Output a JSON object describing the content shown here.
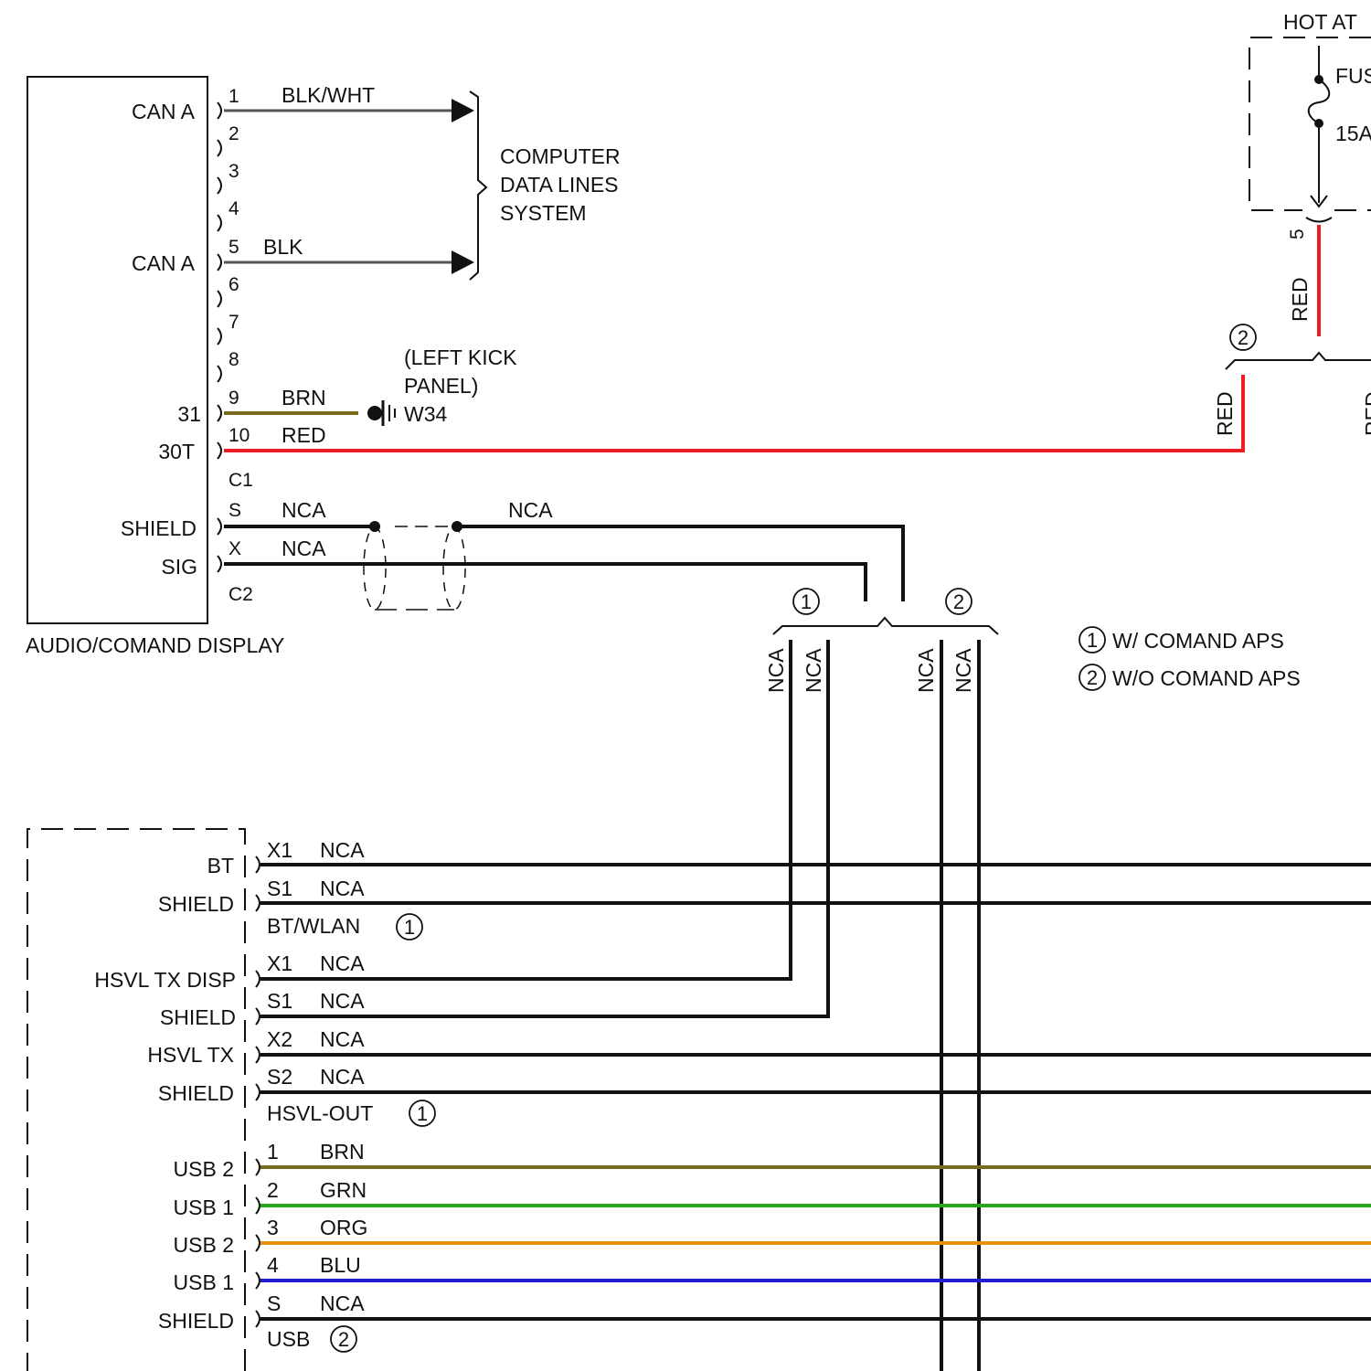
{
  "wire_colors": {
    "black": "#000000",
    "gray": "#555555",
    "brown": "#7a6a1c",
    "red": "#ee1c25",
    "green": "#2aa61a",
    "orange": "#e88e10",
    "blue": "#1f1fcf"
  },
  "audio_display": {
    "title": "AUDIO/COMAND DISPLAY",
    "pins": {
      "can_a_1": "CAN A",
      "can_a_5": "CAN A",
      "pin_31": "31",
      "pin_30t": "30T",
      "shield": "SHIELD",
      "sig": "SIG"
    },
    "pin_numbers": [
      "1",
      "2",
      "3",
      "4",
      "5",
      "6",
      "7",
      "8",
      "9",
      "10"
    ],
    "connector_c1": "C1",
    "connector_c2": "C2",
    "pin_s": "S",
    "pin_x": "X"
  },
  "wires": {
    "blk_wht": "BLK/WHT",
    "blk": "BLK",
    "brn": "BRN",
    "red": "RED",
    "nca_s": "NCA",
    "nca_x": "NCA",
    "nca_run": "NCA"
  },
  "data_lines": [
    "COMPUTER",
    "DATA LINES",
    "SYSTEM"
  ],
  "ground": {
    "location_line1": "(LEFT KICK",
    "location_line2": "PANEL)",
    "id": "W34"
  },
  "fuse_box": {
    "hot_at": "HOT AT",
    "fuse_label": "FUS",
    "fuse_rating": "15A",
    "pin": "5",
    "wire_red": "RED"
  },
  "right_splice": {
    "marker": "2",
    "left_wire": "RED",
    "right_wire": "RED"
  },
  "mid_splice": {
    "marker_1": "1",
    "marker_2": "2",
    "wire_labels": [
      "NCA",
      "NCA",
      "NCA",
      "NCA"
    ]
  },
  "legend": [
    {
      "marker": "1",
      "text": "W/ COMAND APS"
    },
    {
      "marker": "2",
      "text": "W/O COMAND APS"
    }
  ],
  "lower_module": {
    "left_labels": {
      "bt": "BT",
      "shield_1": "SHIELD",
      "hsvl_tx_disp": "HSVL TX DISP",
      "shield_2": "SHIELD",
      "hsvl_tx": "HSVL TX",
      "shield_3": "SHIELD",
      "usb2_a": "USB 2",
      "usb1_a": "USB 1",
      "usb2_b": "USB 2",
      "usb1_b": "USB 1",
      "shield_4": "SHIELD"
    },
    "rows": [
      {
        "pin": "X1",
        "wire": "NCA"
      },
      {
        "pin": "S1",
        "wire": "NCA"
      },
      {
        "pin": "X1",
        "wire": "NCA"
      },
      {
        "pin": "S1",
        "wire": "NCA"
      },
      {
        "pin": "X2",
        "wire": "NCA"
      },
      {
        "pin": "S2",
        "wire": "NCA"
      },
      {
        "pin": "1",
        "wire": "BRN"
      },
      {
        "pin": "2",
        "wire": "GRN"
      },
      {
        "pin": "3",
        "wire": "ORG"
      },
      {
        "pin": "4",
        "wire": "BLU"
      },
      {
        "pin": "S",
        "wire": "NCA"
      }
    ],
    "connectors": {
      "bt_wlan": "BT/WLAN",
      "bt_wlan_marker": "1",
      "hsvl_out": "HSVL-OUT",
      "hsvl_out_marker": "1",
      "usb": "USB",
      "usb_marker": "2"
    }
  }
}
